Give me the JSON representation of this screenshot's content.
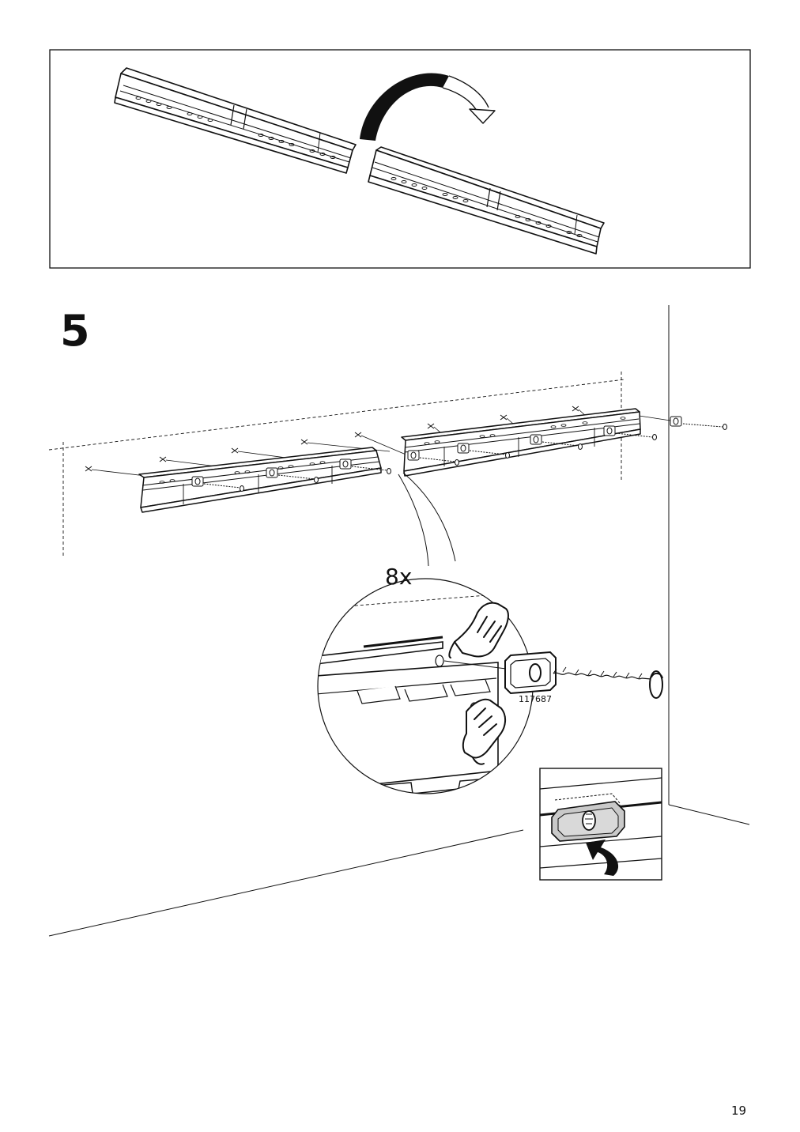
{
  "step": {
    "number": "5"
  },
  "detail": {
    "quantity": "8x",
    "part_number": "117687"
  },
  "footer": {
    "page_number": "19"
  },
  "colors": {
    "ink": "#111111",
    "panel_fill": "#ffffff",
    "nut_fill": "#c9c9c9"
  },
  "icons": [
    "rotate-arrow-icon",
    "pointing-hand-icon",
    "push-up-arrow-icon",
    "screw-icon",
    "nut-icon"
  ]
}
